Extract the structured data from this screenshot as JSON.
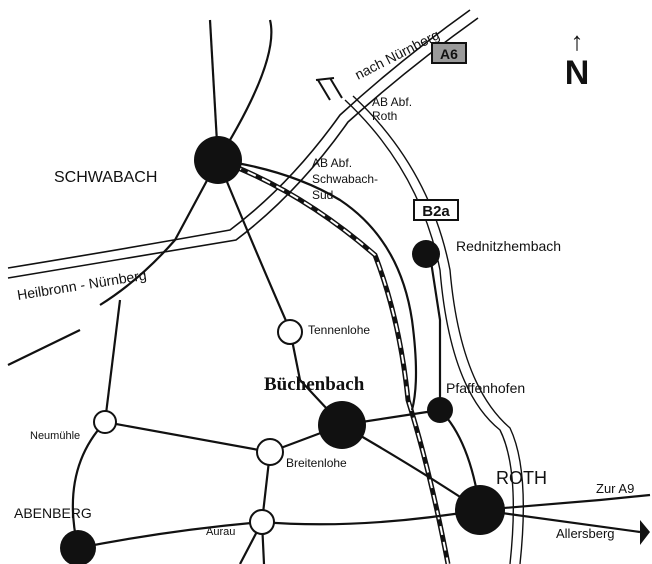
{
  "compass": {
    "arrow": "↑",
    "letter": "N"
  },
  "roads": {
    "a6_label": "A6",
    "b2a_label": "B2a",
    "nach_nuernberg": "nach Nürnberg",
    "heilbronn_nuernberg": "Heilbronn - Nürnberg",
    "ab_abf_roth_1": "AB Abf.",
    "ab_abf_roth_2": "Roth",
    "ab_abf_schwabach_1": "AB Abf.",
    "ab_abf_schwabach_2": "Schwabach-",
    "ab_abf_schwabach_3": "Süd",
    "zur_a9": "Zur A9",
    "allersberg": "Allersberg"
  },
  "places": {
    "schwabach": "SCHWABACH",
    "rednitzhembach": "Rednitzhembach",
    "tennenlohe": "Tennenlohe",
    "buechenbach": "Büchenbach",
    "pfaffenhofen": "Pfaffenhofen",
    "neumuehle": "Neumühle",
    "breitenlohe": "Breitenlohe",
    "roth": "ROTH",
    "abenberg": "ABENBERG",
    "aurau": "Aurau"
  },
  "colors": {
    "ink": "#111111",
    "paper": "#ffffff",
    "shield": "#9a9a9a"
  }
}
